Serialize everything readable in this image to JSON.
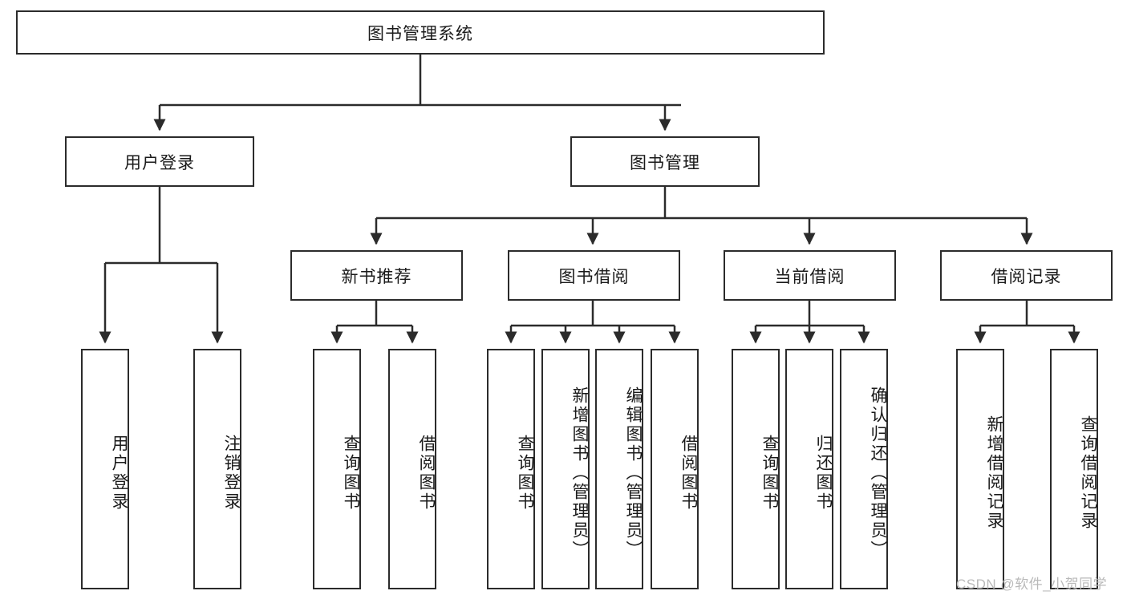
{
  "diagram": {
    "title": "图书管理系统",
    "type": "tree-hierarchy-diagram",
    "root": {
      "label": "图书管理系统"
    },
    "level2": [
      {
        "label": "用户登录"
      },
      {
        "label": "图书管理"
      }
    ],
    "level3": [
      {
        "label": "新书推荐"
      },
      {
        "label": "图书借阅"
      },
      {
        "label": "当前借阅"
      },
      {
        "label": "借阅记录"
      }
    ],
    "leaves": [
      {
        "label": "用户登录"
      },
      {
        "label": "注销登录"
      },
      {
        "label": "查询图书"
      },
      {
        "label": "借阅图书"
      },
      {
        "label": "查询图书"
      },
      {
        "label": "新增图书（管理员）"
      },
      {
        "label": "编辑图书（管理员）"
      },
      {
        "label": "借阅图书"
      },
      {
        "label": "查询图书"
      },
      {
        "label": "归还图书"
      },
      {
        "label": "确认归还（管理员）"
      },
      {
        "label": "新增借阅记录"
      },
      {
        "label": "查询借阅记录"
      }
    ],
    "watermark": "CSDN @软件_小贺同学",
    "colors": {
      "stroke": "#2b2b2b",
      "fill": "#ffffff",
      "text": "#1a1a1a",
      "watermark": "#b9b9b9"
    }
  }
}
